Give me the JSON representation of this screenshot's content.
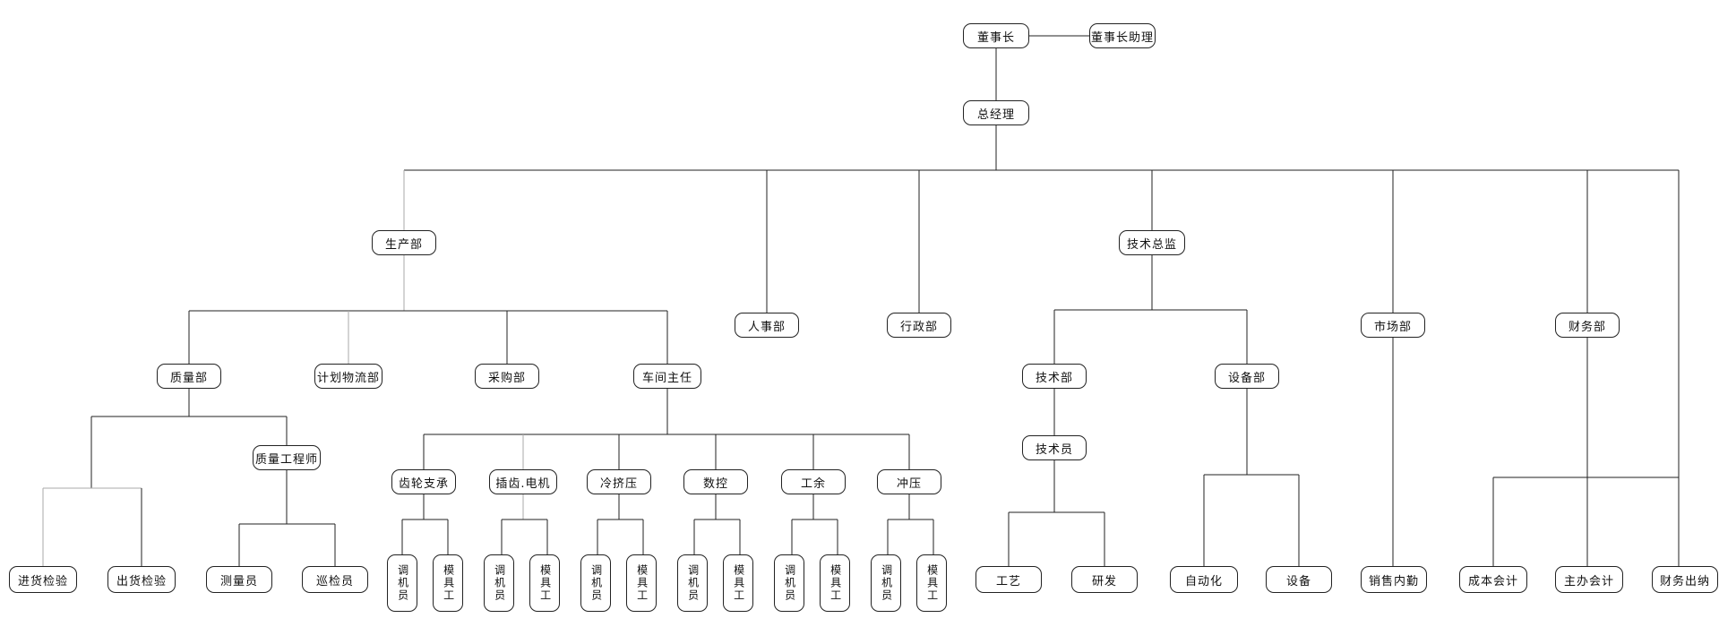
{
  "org": {
    "chairman": "董事长",
    "chairman_assistant": "董事长助理",
    "general_manager": "总经理",
    "production": "生产部",
    "hr": "人事部",
    "admin": "行政部",
    "tech_director": "技术总监",
    "market": "市场部",
    "finance": "财务部",
    "quality": "质量部",
    "planning": "计划物流部",
    "purchasing": "采购部",
    "workshop": "车间主任",
    "quality_engineer": "质量工程师",
    "incoming_inspection": "进货检验",
    "outgoing_inspection": "出货检验",
    "measurer": "测量员",
    "inspector": "巡检员",
    "gear_bearing": "齿轮支承",
    "gear_shaper": "插齿.电机",
    "cold_extrusion": "冷挤压",
    "cnc": "数控",
    "tool": "工余",
    "punch": "冲压",
    "machine_adjuster": "调机员",
    "mold_worker": "模具工",
    "tech_dept": "技术部",
    "equipment": "设备部",
    "technician": "技术员",
    "process": "工艺",
    "rnd": "研发",
    "automation": "自动化",
    "equipment_design": "设备",
    "sales_internal": "销售内勤",
    "cost_accountant": "成本会计",
    "chief_accountant": "主办会计",
    "cashier": "财务出纳"
  }
}
